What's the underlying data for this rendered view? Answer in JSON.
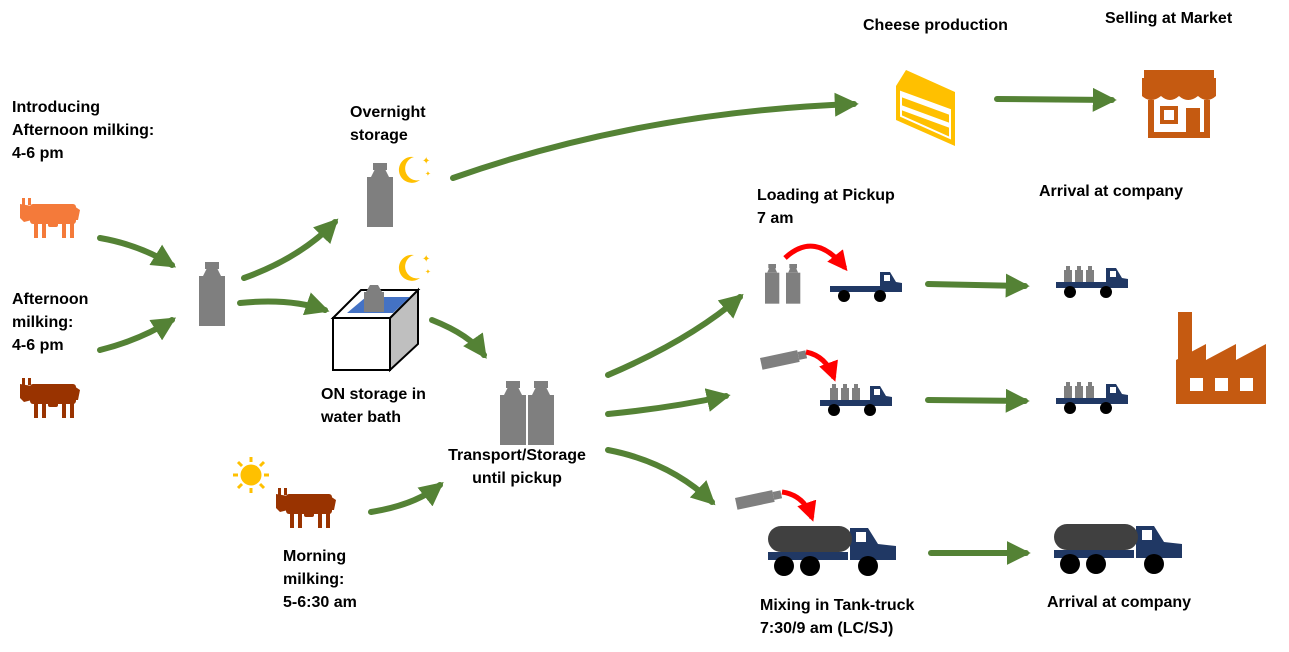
{
  "labels": {
    "introducing": "Introducing\nAfternoon milking:\n4-6 pm",
    "afternoon": "Afternoon\nmilking:\n4-6 pm",
    "overnight": "Overnight\nstorage",
    "water_bath": "ON storage in\nwater bath",
    "transport": "Transport/Storage\nuntil pickup",
    "morning": "Morning\nmilking:\n5-6:30 am",
    "cheese": "Cheese production",
    "market": "Selling at Market",
    "loading": "Loading at Pickup\n7 am",
    "arrival_1": "Arrival at company",
    "mixing": "Mixing in Tank-truck\n7:30/9 am (LC/SJ)",
    "arrival_2": "Arrival at company"
  },
  "colors": {
    "flow_arrow": "#548235",
    "transfer_arrow": "#ff0000",
    "cow_orange": "#f47a3a",
    "cow_brown": "#993300",
    "can_gray": "#7f7f7f",
    "truck_blue": "#203864",
    "tank_dark": "#404040",
    "cheese_yellow": "#ffc000",
    "moon_yellow": "#ffc000",
    "building_orange": "#c55a11",
    "water_blue": "#4472c4"
  },
  "icons": [
    "cow-icon",
    "milk-can-icon",
    "moon-icon",
    "water-bath-icon",
    "sun-icon",
    "cheese-icon",
    "market-icon",
    "truck-icon",
    "tank-truck-icon",
    "factory-icon"
  ]
}
